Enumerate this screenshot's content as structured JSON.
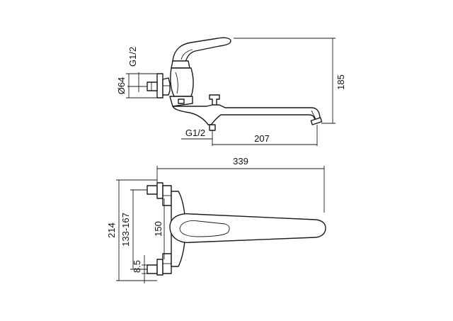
{
  "dimensions": {
    "height_overall": "185",
    "spout_reach": "207",
    "pipe_thread_top": "G1/2",
    "pipe_thread_bottom": "G1/2",
    "flange_diameter": "Ø64",
    "total_length": "339",
    "width_overall": "214",
    "center_distance": "133-167",
    "handle_length": "150",
    "offset": "8.5"
  }
}
